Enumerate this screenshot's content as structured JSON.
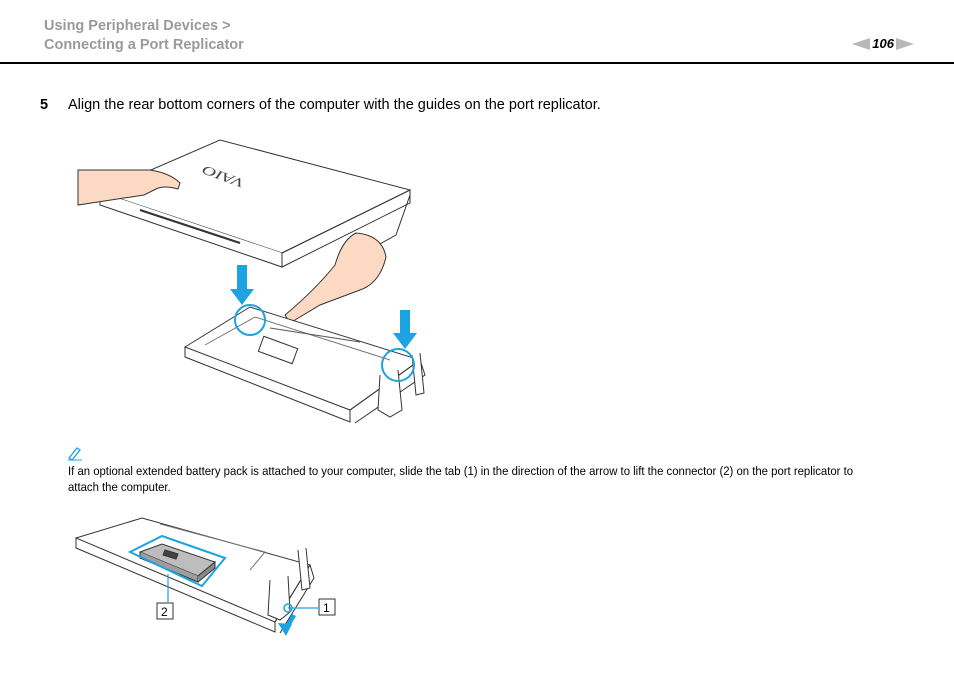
{
  "header": {
    "breadcrumb_line1": "Using Peripheral Devices >",
    "breadcrumb_line2": "Connecting a Port Replicator",
    "page_number": "106"
  },
  "step": {
    "number": "5",
    "text": "Align the rear bottom corners of the computer with the guides on the port replicator."
  },
  "figure1": {
    "logo": "VAIO"
  },
  "note": {
    "icon": "pencil-note-icon",
    "text": "If an optional extended battery pack is attached to your computer, slide the tab (1) in the direction of the arrow to lift the connector (2) on the port replicator to attach the computer."
  },
  "figure2": {
    "callout_2": "2",
    "callout_1": "1"
  },
  "colors": {
    "arrow_blue": "#1ca3e0",
    "header_gray": "#9a9a9a",
    "outline": "#333333"
  }
}
